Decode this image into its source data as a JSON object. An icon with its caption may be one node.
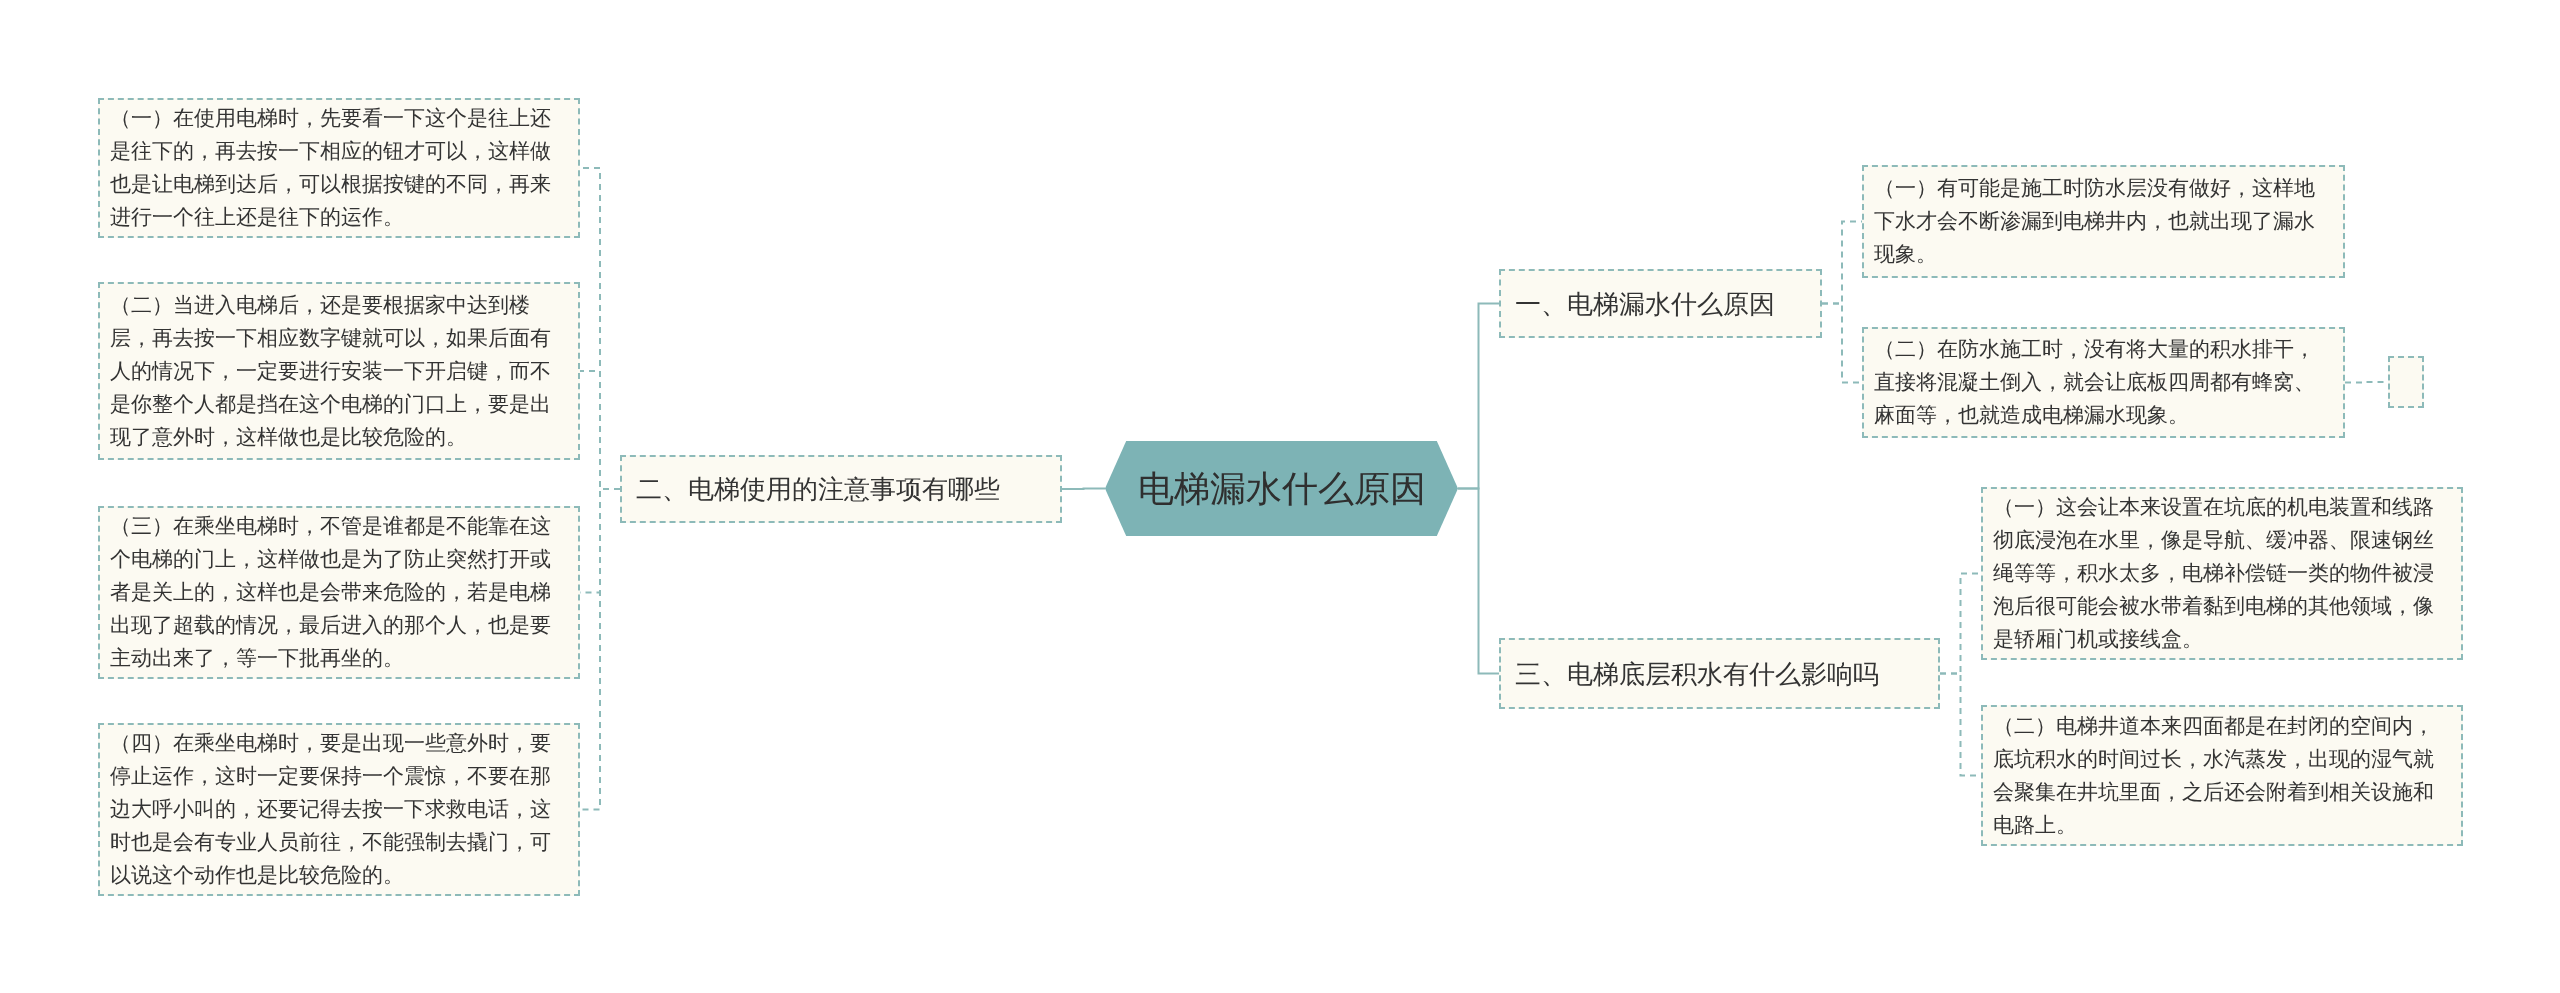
{
  "diagram": {
    "nodes": [
      {
        "text": [
          "电梯漏水什么原因"
        ]
      },
      {
        "text": [
          "一、电梯漏水什么原因"
        ]
      },
      {
        "text": [
          "（一）有可能是施工时防水层没有做好，这样地下水才会不断渗漏到电梯井内，也就出现了漏水现象。"
        ]
      },
      {
        "text": [
          "（二）在防水施工时，没有将大量的积水排干，直接将混凝土倒入，就会让底板四周都有蜂窝、麻面等，也就造成电梯漏水现象。"
        ]
      },
      {
        "text": [],
        "shape": "box"
      },
      {
        "text": [
          "二、电梯使用的注意事项有哪些"
        ]
      },
      {
        "text": [
          "（一）在使用电梯时，先要看一下这个是往上还是往下的，再去按一下相应的钮才可以，这样做也是让电梯到达后，可以根据按键的不同，再来进行一个往上还是往下的运作。"
        ]
      },
      {
        "text": [
          "（二）当进入电梯后，还是要根据家中达到楼层，再去按一下相应数字键就可以，如果后面有人的情况下，一定要进行安装一下开启键，而不是你整个人都是挡在这个电梯的门口上，要是出现了意外时，这样做也是比较危险的。"
        ]
      },
      {
        "text": [
          "（三）在乘坐电梯时，不管是谁都是不能靠在这个电梯的门上，这样做也是为了防止突然打开或者是关上的，这样也是会带来危险的，若是电梯出现了超载的情况，最后进入的那个人，也是要主动出来了，等一下批再坐的。"
        ]
      },
      {
        "text": [
          "（四）在乘坐电梯时，要是出现一些意外时，要停止运作，这时一定要保持一个震惊，不要在那边大呼小叫的，还要记得去按一下求救电话，这时也是会有专业人员前往，不能强制去撬门，可以说这个动作也是比较危险的。"
        ]
      },
      {
        "text": [
          "三、电梯底层积水有什么影响吗"
        ]
      },
      {
        "text": [
          "（一）这会让本来设置在坑底的机电装置和线路彻底浸泡在水里，像是导航、缓冲器、限速钢丝绳等等，积水太多，电梯补偿链一类的物件被浸泡后很可能会被水带着黏到电梯的其他领域，像是轿厢门机或接线盒。"
        ]
      },
      {
        "text": [
          "（二）电梯井道本来四面都是在封闭的空间内，底坑积水的时间过长，水汽蒸发，出现的湿气就会聚集在井坑里面，之后还会附着到相关设施和电路上。"
        ]
      }
    ],
    "edges": [
      {
        "from": 0,
        "to": 1,
        "arrow": "none"
      },
      {
        "from": 1,
        "to": 2,
        "arrow": "none",
        "style": "dashed"
      },
      {
        "from": 1,
        "to": 3,
        "arrow": "none",
        "style": "dashed"
      },
      {
        "from": 3,
        "to": 4,
        "arrow": "none",
        "style": "dashed"
      },
      {
        "from": 0,
        "to": 5,
        "arrow": "none"
      },
      {
        "from": 5,
        "to": 6,
        "arrow": "none",
        "style": "dashed"
      },
      {
        "from": 5,
        "to": 7,
        "arrow": "none",
        "style": "dashed"
      },
      {
        "from": 5,
        "to": 8,
        "arrow": "none",
        "style": "dashed"
      },
      {
        "from": 5,
        "to": 9,
        "arrow": "none",
        "style": "dashed"
      },
      {
        "from": 0,
        "to": 10,
        "arrow": "none"
      },
      {
        "from": 10,
        "to": 11,
        "arrow": "none",
        "style": "dashed"
      },
      {
        "from": 10,
        "to": 12,
        "arrow": "none",
        "style": "dashed"
      }
    ]
  }
}
